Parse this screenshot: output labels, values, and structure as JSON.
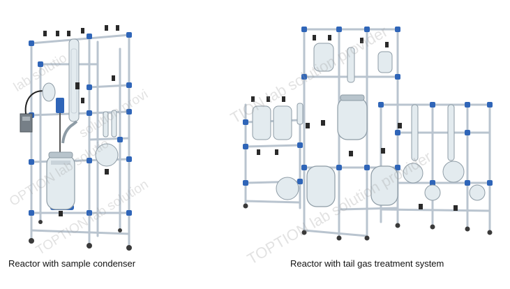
{
  "captions": {
    "left": "Reactor with sample condenser",
    "right": "Reactor with tail gas treatment system"
  },
  "watermarks": {
    "left_top": "lab solutio",
    "left_mid": "solution provi",
    "left_low": "OPTION lab solutio",
    "left_bottom": "TOPTION lab solution",
    "right_top": "TION lab solution provider",
    "right_low": "TOPTION lab solution provider"
  },
  "colors": {
    "frame": "#b9c4cf",
    "clamp": "#2f65b8",
    "glass": "#e3ebef",
    "glass_edge": "#8d9ba5",
    "valve": "#2a2a2a",
    "background": "#ffffff"
  }
}
